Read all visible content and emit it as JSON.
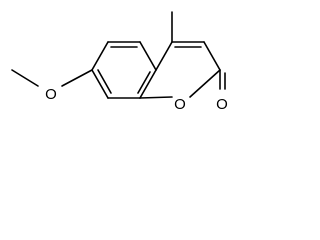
{
  "structure": {
    "atom_labels": {
      "methoxy_oxygen": "O",
      "ring_oxygen": "O",
      "carbonyl_oxygen": "O"
    },
    "line_color": "#000000",
    "background_color": "#ffffff"
  }
}
